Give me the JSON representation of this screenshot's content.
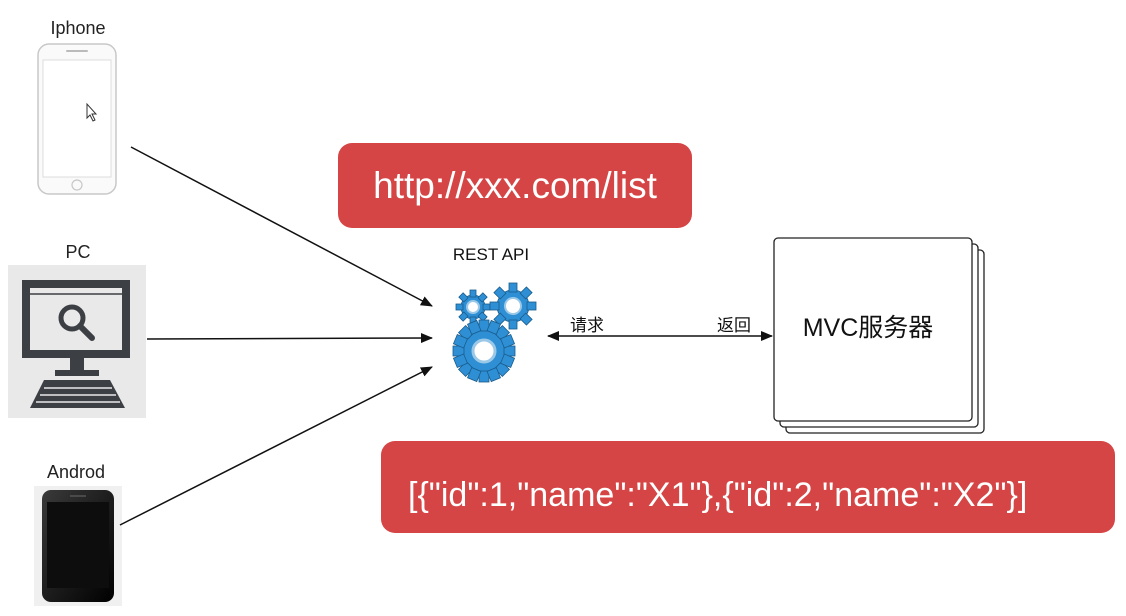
{
  "devices": {
    "iphone_label": "Iphone",
    "pc_label": "PC",
    "android_label": "Androd"
  },
  "api": {
    "url": "http://xxx.com/list",
    "label": "REST API"
  },
  "arrows": {
    "request_label": "请求",
    "response_label": "返回"
  },
  "server": {
    "label": "MVC服务器"
  },
  "response": {
    "json": "[{\"id\":1,\"name\":\"X1\"},{\"id\":2,\"name\":\"X2\"}]"
  },
  "colors": {
    "accent_red": "#d64545",
    "gear_blue": "#2e8fd4"
  },
  "icons": [
    "iphone-icon",
    "pc-monitor-icon",
    "search-icon",
    "keyboard-icon",
    "android-phone-icon",
    "gears-icon",
    "mouse-cursor-icon"
  ]
}
